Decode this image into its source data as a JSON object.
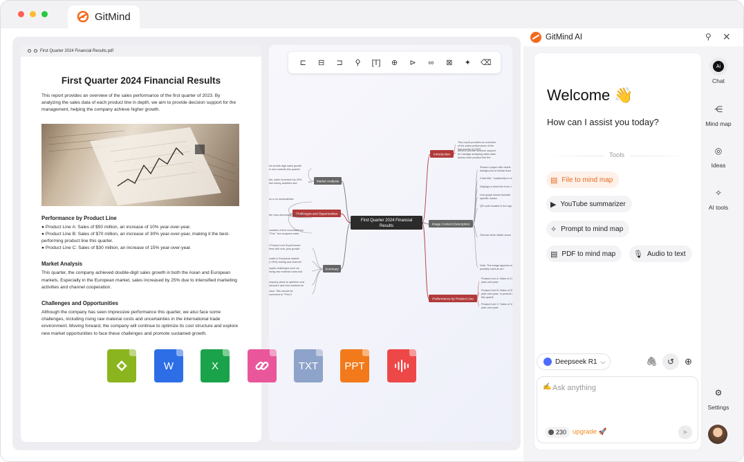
{
  "app": {
    "title": "GitMind"
  },
  "pdf": {
    "filename": "First Quarter 2024 Financial Results.pdf",
    "title": "First Quarter 2024 Financial Results",
    "intro": "This report provides an overview of the sales performance of the first quarter of 2023. By analyzing the sales data of each product line in depth, we aim to provide decision support for the management, helping the company achieve higher growth.",
    "sections": [
      {
        "heading": "Performance by Product Line",
        "bullets": [
          "Product Line A: Sales of $50 million, an increase of 10% year-over-year.",
          "Product Line B: Sales of $70 million, an increase of 30% year-over-year, making it the best-performing product line this quarter.",
          "Product Line C: Sales of $30 million, an increase of 15% year-over-year."
        ]
      },
      {
        "heading": "Market Analysis",
        "text": "This quarter, the company achieved double-digit sales growth in both the Asian and European markets. Especially in the European market, sales increased by 25% due to intensified marketing activities and channel cooperation."
      },
      {
        "heading": "Challenges and Opportunities",
        "text": "Although the company has seen impressive performance this quarter, we also face some challenges, including rising raw material costs and uncertainties in the international trade environment. Moving forward, the company will continue to optimize its cost structure and explore new market opportunities to face these challenges and promote sustained growth."
      }
    ]
  },
  "file_types": [
    "",
    "W",
    "X",
    "",
    "TXT",
    "PPT",
    ""
  ],
  "mindmap": {
    "root": "First Quarter 2024 Financial Results",
    "branches": [
      "Introduction",
      "Market Analysis",
      "Challenges and Opportunities",
      "Image Content Description",
      "Summary",
      "Performance by Product Line"
    ],
    "intro_leaves": [
      "This report provides an overview of the sales performance of the first quarter of 2023",
      "Aims to provide decision support for manage analyzing sales data across each product line the company achieve higher growth"
    ],
    "image_leaves": [
      "Shows a paper with charts background of similar docs",
      "Chart title: \"Leadership in ch",
      "Displays a trend line from J",
      "Line graph shows fluctuati specific values",
      "QR code located in the upp",
      "German texts visible aroun",
      "Note: The image appears m topic, possibly used as an i"
    ],
    "product_leaves": [
      "Product Line A: Sales of 10% year-over-year",
      "Product Line B: Sales of 30% year-over-year, m product line this quarte",
      "Product Line C: Sales of 15% year-over-year"
    ],
    "left_leaves": [
      "ed double-digit sales growth in ean markets this quarter",
      "ket, sales increased by 25% due keting activities and channel",
      "ce w ce uncertainties",
      "the new utcomes to sustained",
      "contains a time inconsistency: \"First \" but analyzes sales performance for",
      "t Product Line B performed best with over-year growth",
      "rowth in European market (+25%) rketing and channel collaboration",
      "ospite challenges such as rising raw material costs and trade uncertainties",
      "ompany plans to optimize cost structure and new markets for sustainable growth",
      "ction: Title should be corrected to \"First 3 Financial Results\" to avoid confusion"
    ]
  },
  "ai": {
    "header_title": "GitMind AI",
    "welcome": "Welcome 👋",
    "subtitle": "How can I assist you today?",
    "tools_label": "Tools",
    "chips": [
      "File to mind map",
      "YouTube summarizer",
      "Prompt to mind map",
      "PDF to mind map",
      "Audio to text"
    ],
    "model": "Deepseek R1",
    "placeholder": "Ask anything",
    "credits": "230",
    "upgrade": "upgrade"
  },
  "sidebar": [
    {
      "label": "Chat"
    },
    {
      "label": "Mind map"
    },
    {
      "label": "Ideas"
    },
    {
      "label": "AI tools"
    },
    {
      "label": "Settings"
    }
  ]
}
